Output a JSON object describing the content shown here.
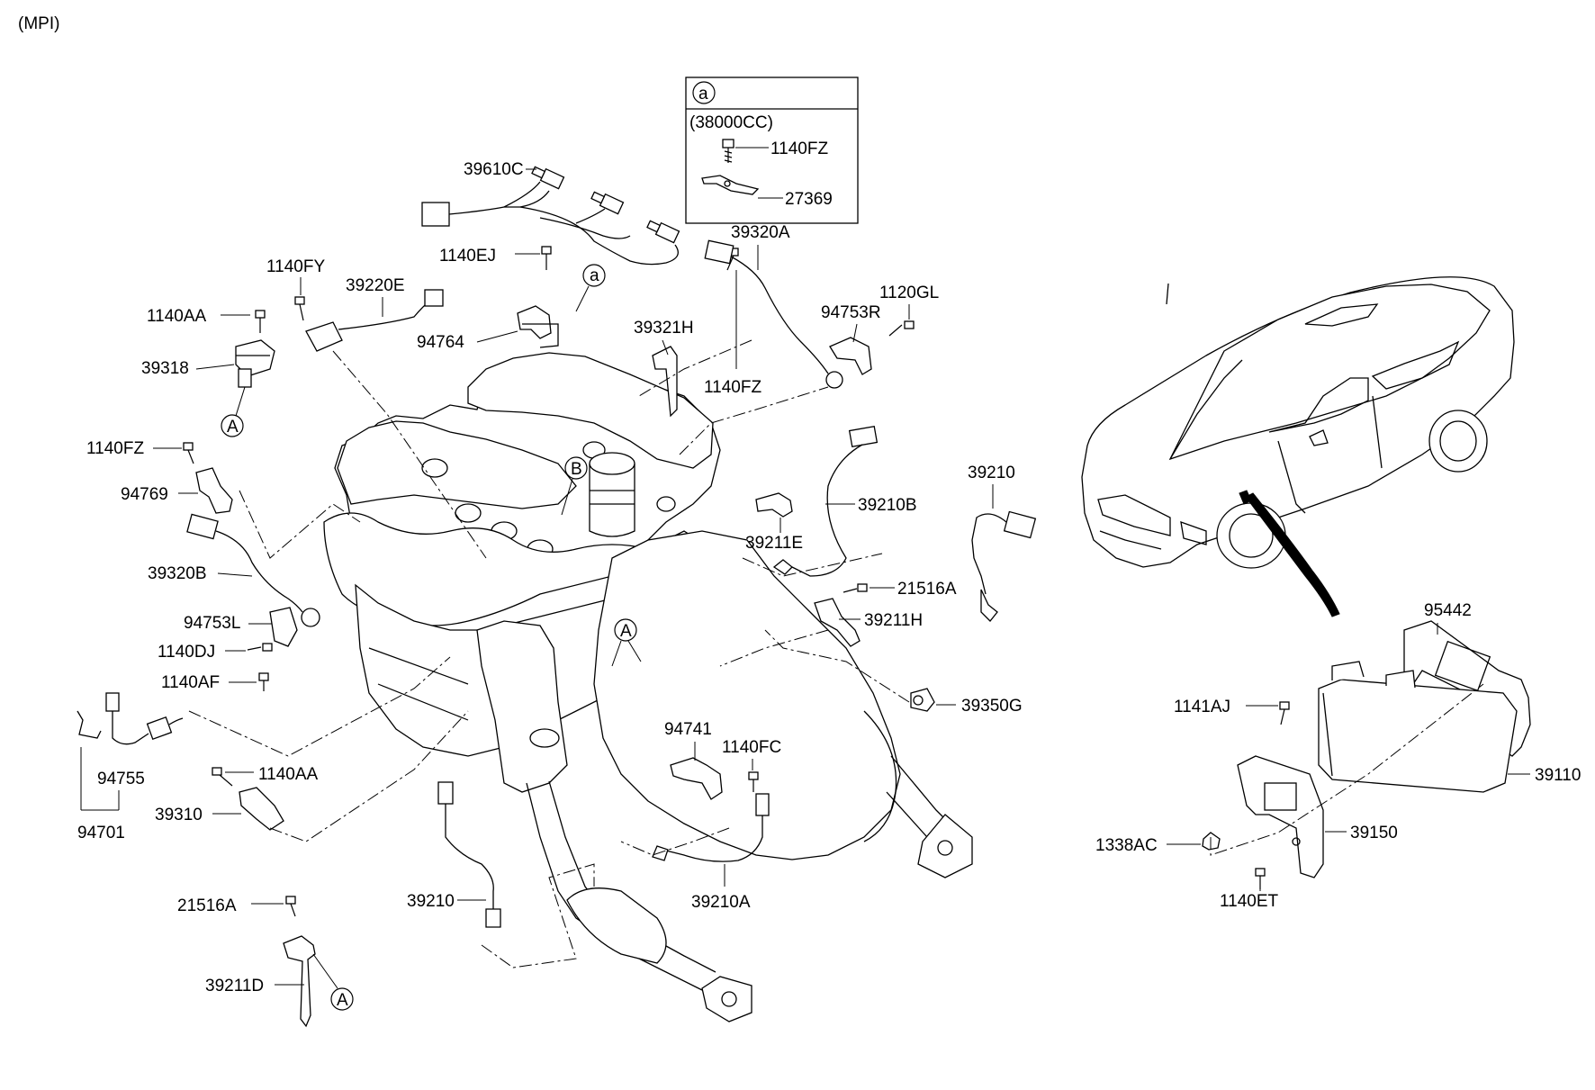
{
  "header": {
    "variant": "(MPI)"
  },
  "inset": {
    "badge": "a",
    "assembly": "(38000CC)",
    "parts": [
      "1140FZ",
      "27369"
    ]
  },
  "callouts": {
    "A": "A",
    "B": "B",
    "a": "a"
  },
  "labels": {
    "p39610C": "39610C",
    "p1140FY": "1140FY",
    "p39220E": "39220E",
    "p1140EJ": "1140EJ",
    "p1140AA_top": "1140AA",
    "p94764": "94764",
    "p39318": "39318",
    "p39321H": "39321H",
    "p1140FZ_mid": "1140FZ",
    "p39320A": "39320A",
    "p94753R": "94753R",
    "p1120GL": "1120GL",
    "p1140FZ_left": "1140FZ",
    "p94769": "94769",
    "p39210_right": "39210",
    "p39210B": "39210B",
    "p39211E": "39211E",
    "p39320B": "39320B",
    "p21516A_mid": "21516A",
    "p39211H": "39211H",
    "p94753L": "94753L",
    "p1140DJ": "1140DJ",
    "p1140AF": "1140AF",
    "p39350G": "39350G",
    "p95442": "95442",
    "p1141AJ": "1141AJ",
    "p94741": "94741",
    "p1140FC": "1140FC",
    "p94755": "94755",
    "p1140AA_low": "1140AA",
    "p39310": "39310",
    "p94701": "94701",
    "p39110": "39110",
    "p1338AC": "1338AC",
    "p39150": "39150",
    "p1140ET": "1140ET",
    "p21516A_low": "21516A",
    "p39210_low": "39210",
    "p39210A": "39210A",
    "p39211D": "39211D"
  }
}
